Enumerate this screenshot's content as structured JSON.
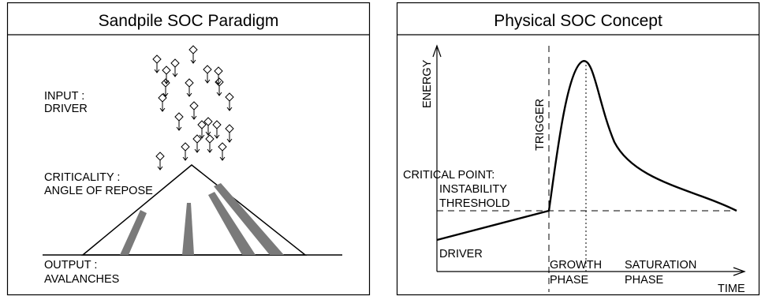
{
  "left_panel": {
    "title": "Sandpile SOC Paradigm",
    "input_label": [
      "INPUT :",
      "DRIVER"
    ],
    "criticality_label": [
      "CRITICALITY :",
      "ANGLE OF REPOSE"
    ],
    "output_label": [
      "OUTPUT :",
      "AVALANCHES"
    ],
    "grain_count": 25,
    "avalanche_streak_count": 4
  },
  "right_panel": {
    "title": "Physical SOC Concept",
    "y_axis_label": "ENERGY",
    "x_axis_label": "TIME",
    "trigger_label": "TRIGGER",
    "critical_label": [
      "CRITICAL POINT:",
      "INSTABILITY",
      "THRESHOLD"
    ],
    "driver_label": "DRIVER",
    "growth_label": [
      "GROWTH",
      "PHASE"
    ],
    "saturation_label": [
      "SATURATION",
      "PHASE"
    ]
  }
}
